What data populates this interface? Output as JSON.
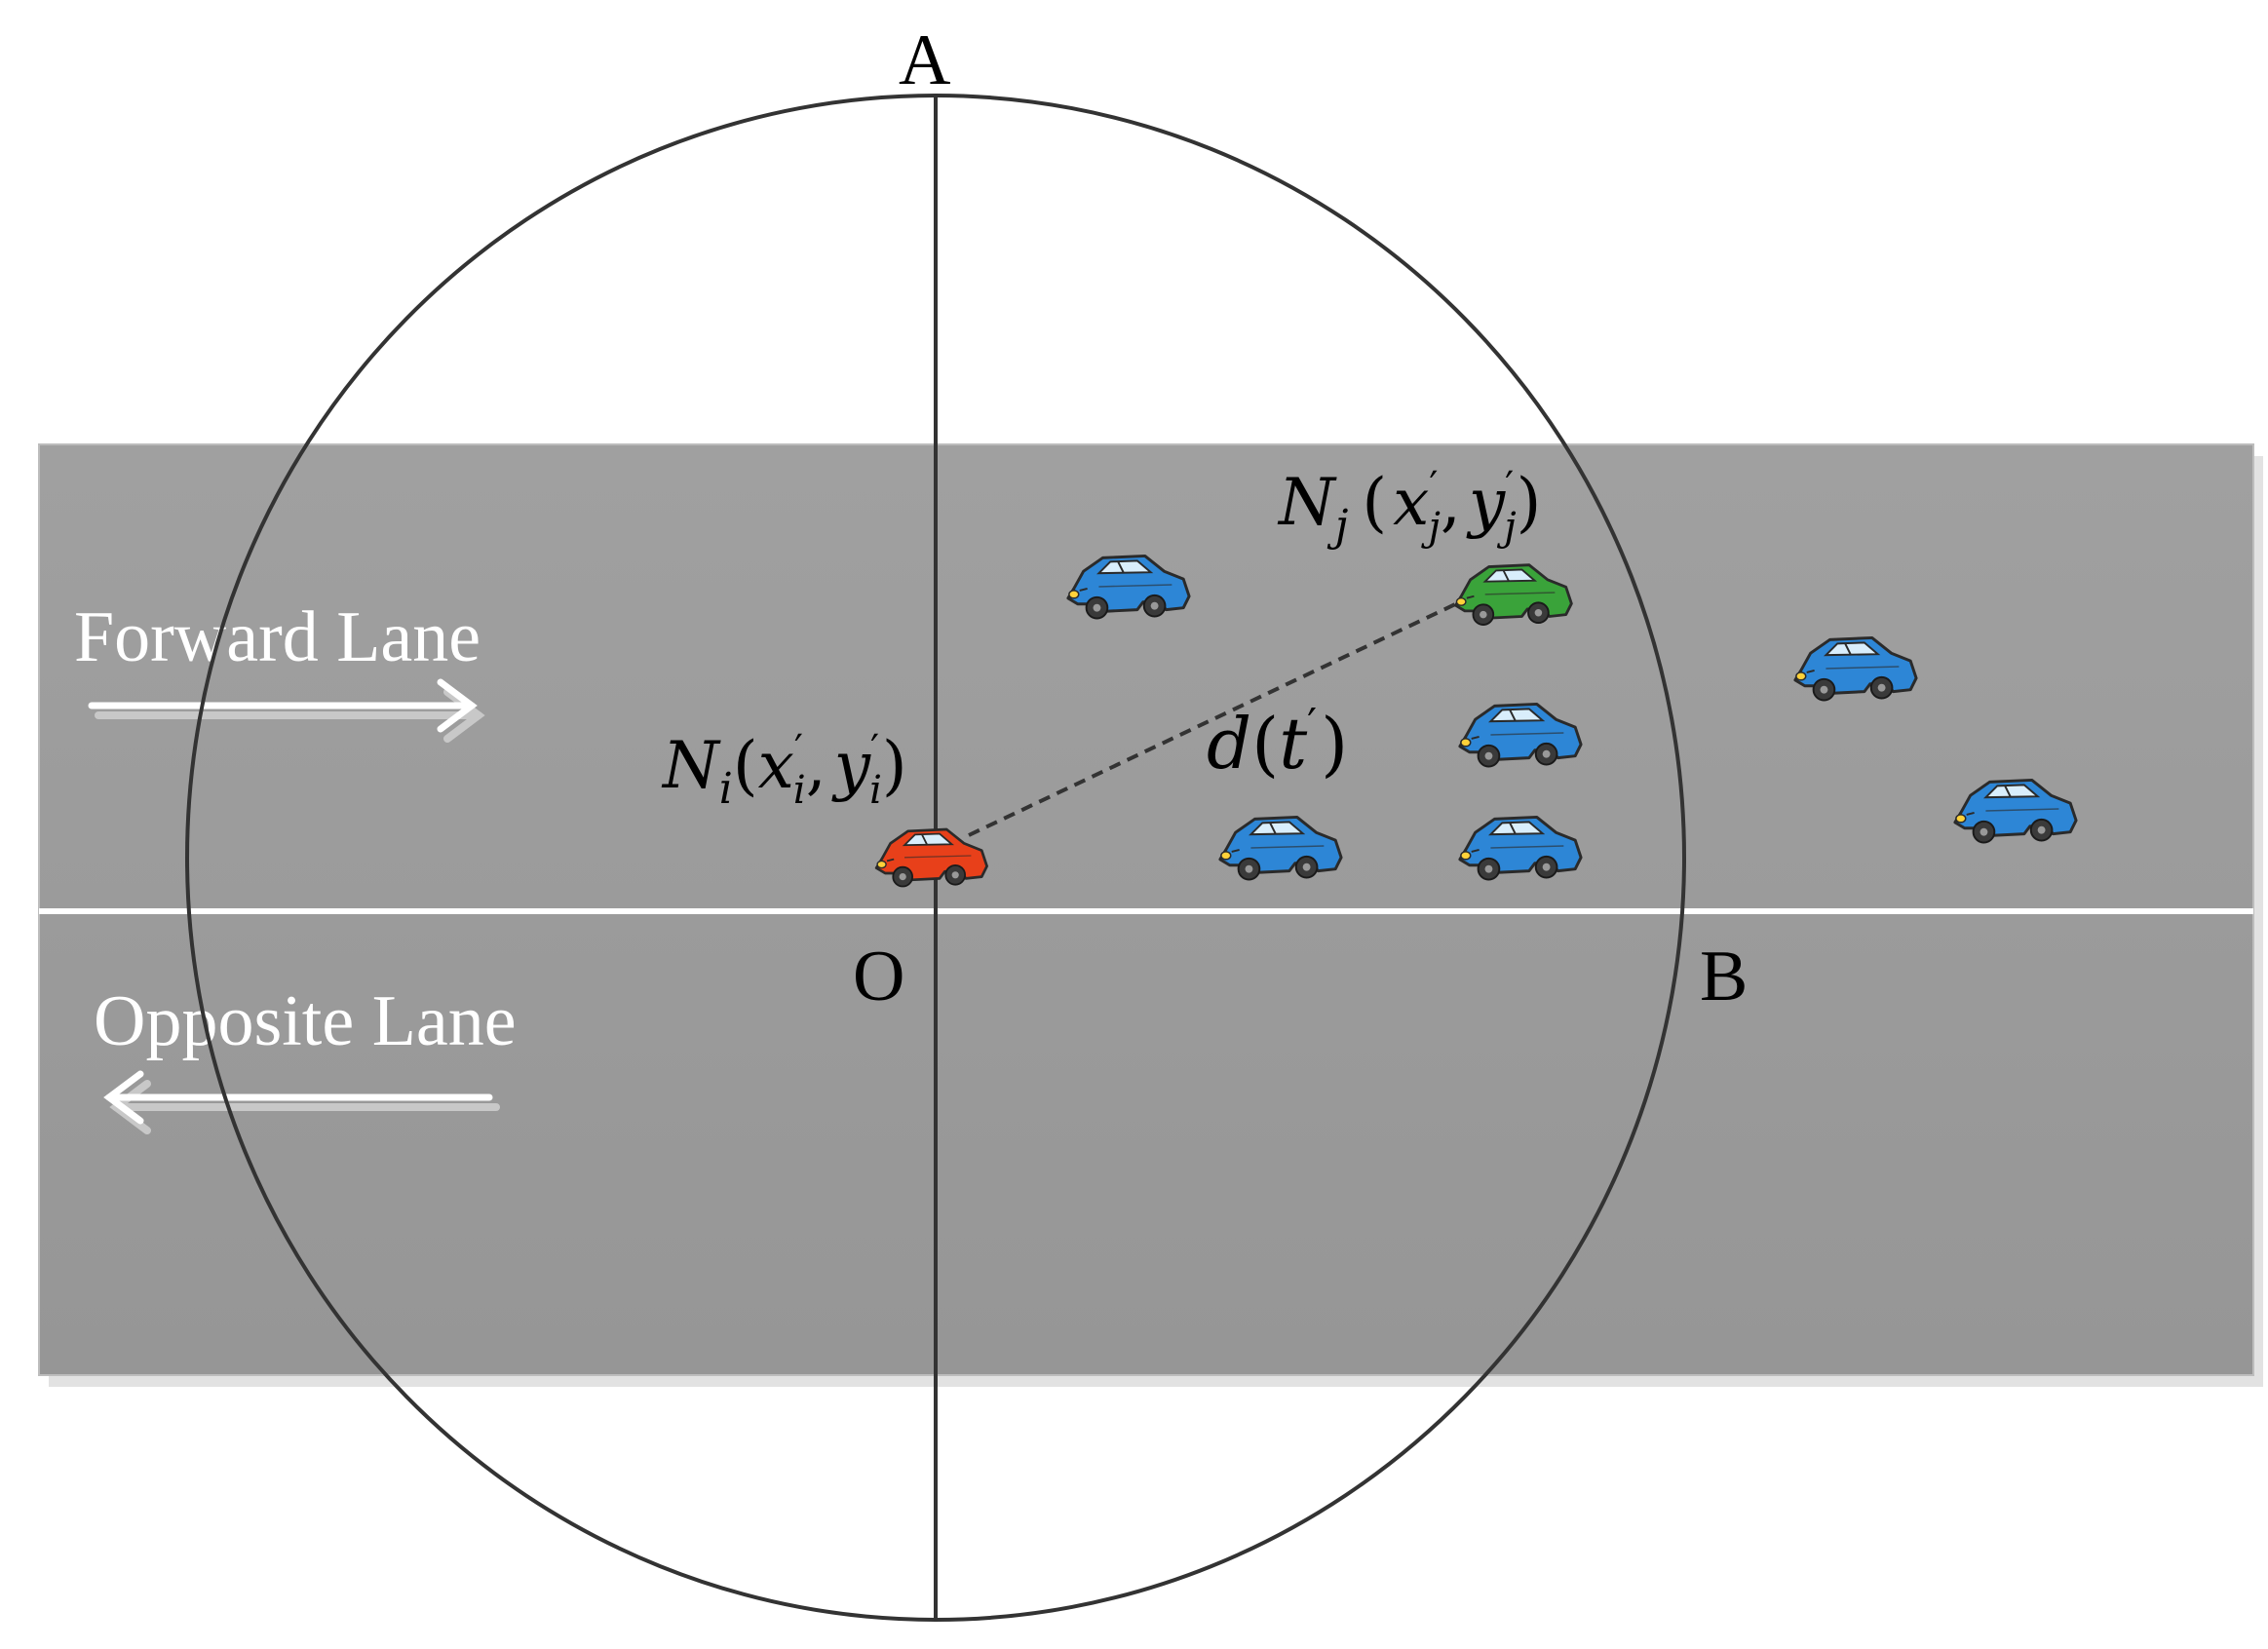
{
  "diagram": {
    "points": {
      "a": "A",
      "o": "O",
      "b": "B"
    },
    "lanes": {
      "forward": "Forward Lane",
      "opposite": "Opposite Lane"
    },
    "vehicles": {
      "node_i": {
        "name": "N",
        "sub": "i",
        "coord_open": "(",
        "x": "x",
        "x_prime": "′",
        "x_sub": "i",
        "sep": ",",
        "y": "y",
        "y_prime": "′",
        "y_sub": "i",
        "coord_close": ")",
        "color": "#e8401a"
      },
      "node_j": {
        "name": "N",
        "sub": "j",
        "coord_open": "(",
        "x": "x",
        "x_prime": "′",
        "x_sub": "j",
        "sep": ",",
        "y": "y",
        "y_prime": "′",
        "y_sub": "j",
        "coord_close": ")",
        "color": "#3aa33a"
      },
      "other_color": "#2d86d6"
    },
    "distance": {
      "fn": "d",
      "open": "(",
      "var": "t",
      "prime": "′",
      "close": ")"
    },
    "colors": {
      "road": "#999999",
      "road_line": "#ffffff",
      "circle": "#333333"
    }
  }
}
